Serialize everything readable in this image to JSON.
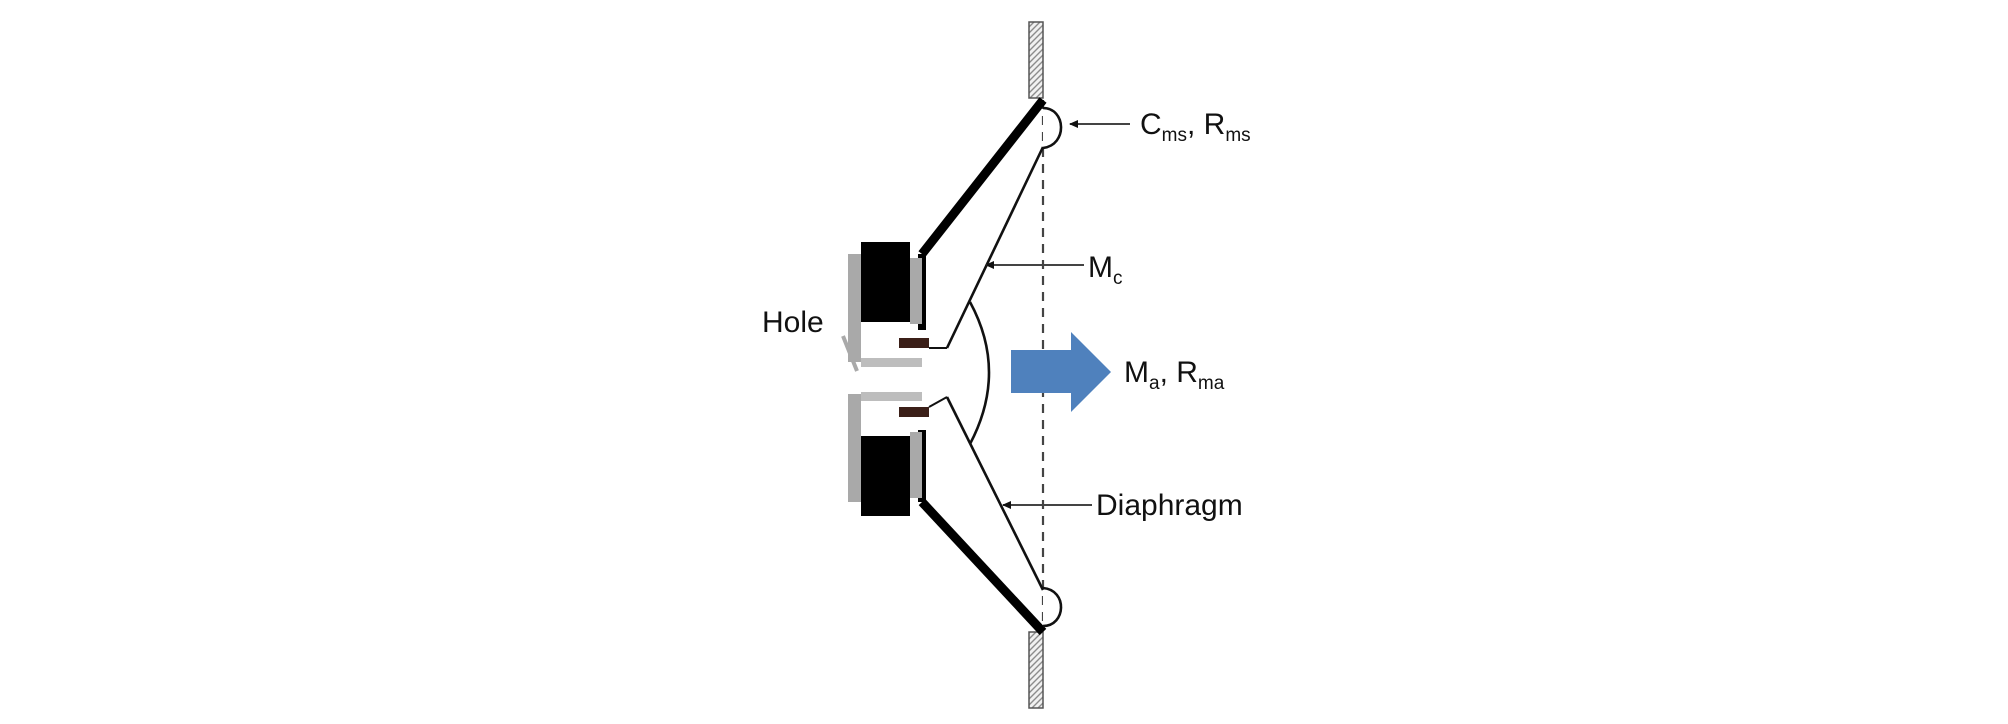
{
  "labels": {
    "surround": {
      "main1": "C",
      "sub1": "ms",
      "sep": ", ",
      "main2": "R",
      "sub2": "ms"
    },
    "cone_mass": {
      "main": "M",
      "sub": "c"
    },
    "hole": "Hole",
    "air": {
      "main1": "M",
      "sub1": "a",
      "sep": ", ",
      "main2": "R",
      "sub2": "ma"
    },
    "diaphragm": "Diaphragm"
  },
  "colors": {
    "outline": "#111111",
    "magnet": "#000000",
    "pole_plate": "#a9a9a9",
    "voice_coil": "#3b1f18",
    "arrow": "#4f81bd",
    "baffle": "#8c8c8c"
  }
}
